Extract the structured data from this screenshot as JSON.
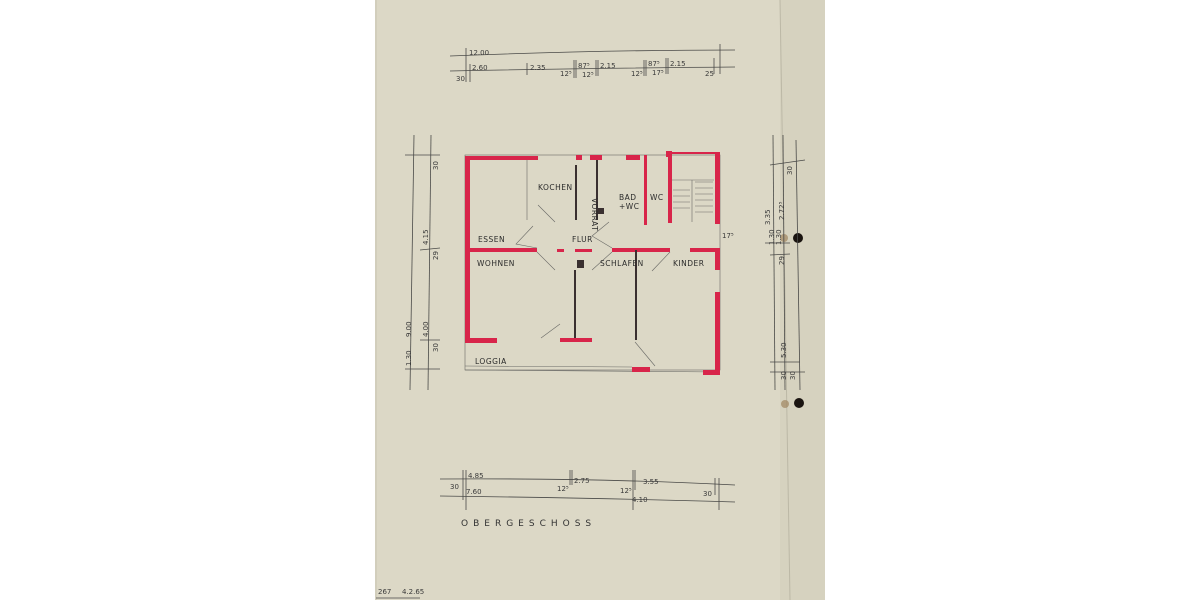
{
  "document": {
    "title": "OBERGESCHOSS",
    "footer": {
      "sheet": "267",
      "date": "4.2.65"
    },
    "colors": {
      "paper": "#dcd8c6",
      "wall": "#d8254a",
      "ink": "#3a3a3a",
      "window_blue": "#2c3f8a"
    }
  },
  "rooms": {
    "kochen": "KOCHEN",
    "vorrat": "VORRAT",
    "bad": "BAD",
    "bad_wc": "+WC",
    "wc": "WC",
    "essen": "ESSEN",
    "flur": "FLUR",
    "wohnen": "WOHNEN",
    "schlafen": "SCHLAFEN",
    "kinder": "KINDER",
    "loggia": "LOGGIA",
    "stair_note": "17⁵"
  },
  "dimensions": {
    "top": [
      "12.00",
      "2.60",
      "2.35",
      "12⁵",
      "87⁵",
      "12⁵",
      "2.15",
      "12⁵",
      "87⁵",
      "17⁵",
      "2.15",
      "25",
      "30"
    ],
    "bottom": [
      "4.85",
      "7.60",
      "2.75",
      "12⁵",
      "12⁵",
      "3.55",
      "4.10",
      "30",
      "30"
    ],
    "left": [
      "30",
      "4.15",
      "29",
      "4.00",
      "9.00",
      "30",
      "1.30"
    ],
    "right": [
      "30",
      "3.35",
      "2.72⁵",
      "1.30",
      "1.30",
      "29",
      "5.30",
      "30",
      "30"
    ]
  }
}
